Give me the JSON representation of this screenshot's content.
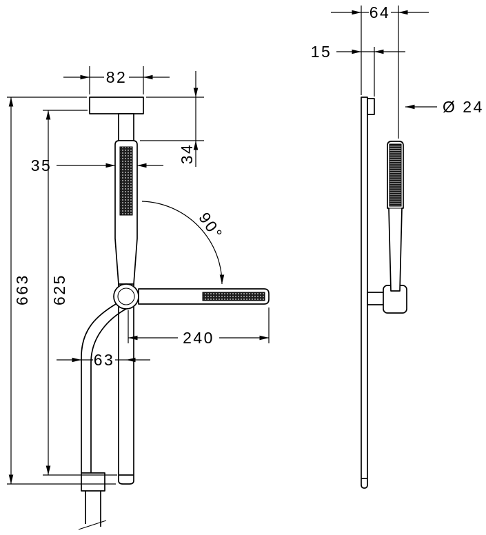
{
  "drawing": {
    "title": "shower-bar-set-dimension-drawing",
    "front_view": {
      "total_height": "663",
      "bar_height": "625",
      "bracket_width": "82",
      "head_offset": "34",
      "handshower_width": "35",
      "rotation_angle": "90°",
      "reach": "240",
      "hose_offset": "63"
    },
    "side_view": {
      "wall_offset": "64",
      "bracket_depth": "15",
      "handshower_diameter": "Ø 24"
    }
  }
}
